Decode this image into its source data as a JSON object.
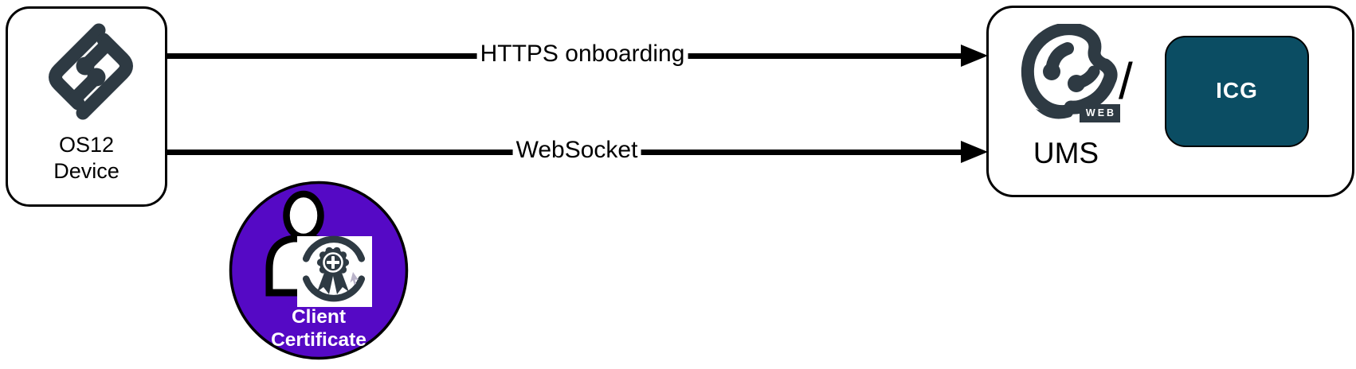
{
  "diagram": {
    "device": {
      "line1": "OS12",
      "line2": "Device"
    },
    "connections": [
      {
        "label": "HTTPS onboarding"
      },
      {
        "label": "WebSocket"
      }
    ],
    "certificate": {
      "line1": "Client",
      "line2": "Certificate"
    },
    "server": {
      "web_badge": "WEB",
      "name": "UMS",
      "separator": "/",
      "icg": "ICG"
    },
    "icons": {
      "device_logo": "igel-logo-icon",
      "server_logo": "igel-web-logo-icon",
      "certificate": "person-certificate-icon"
    },
    "colors": {
      "brand_dark": "#2e3a43",
      "icg_teal": "#0b4d63",
      "certificate_purple": "#5509c5",
      "line_black": "#000000"
    }
  }
}
